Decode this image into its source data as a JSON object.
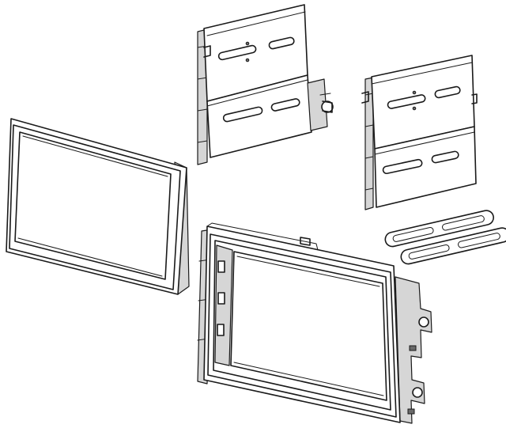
{
  "diagram": {
    "components": [
      {
        "id": "trim-bezel",
        "kind": "bezel frame"
      },
      {
        "id": "left-mounting-bracket",
        "kind": "bracket"
      },
      {
        "id": "right-mounting-bracket",
        "kind": "bracket"
      },
      {
        "id": "bracket-spacer-strips",
        "kind": "slotted strip",
        "count": 2
      },
      {
        "id": "main-dash-kit-housing",
        "kind": "housing"
      }
    ],
    "colors": {
      "line": "#1a1a1a",
      "background": "#ffffff",
      "shade": "#d6d6d6"
    }
  }
}
